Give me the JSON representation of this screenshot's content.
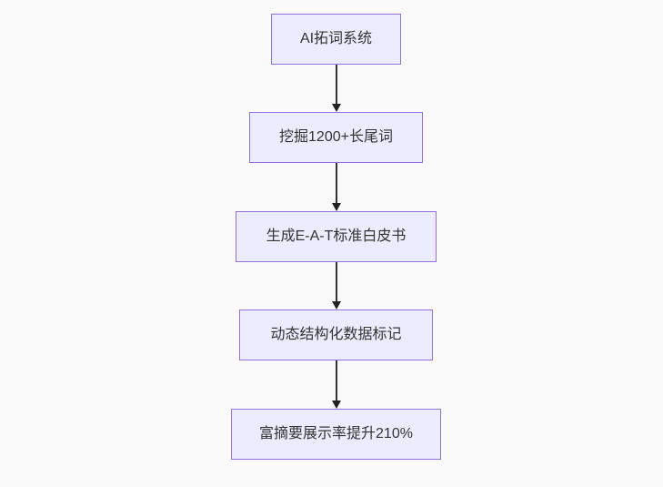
{
  "colors": {
    "canvas-bg": "#fafafa",
    "node-fill": "#ECECFF",
    "node-border": "#9370DB",
    "node-text": "#333333",
    "edge-line": "#333333",
    "arrowhead": "#222222"
  },
  "diagram": {
    "type": "flowchart",
    "direction": "top-down",
    "nodes": [
      {
        "id": "A",
        "label": "AI拓词系统"
      },
      {
        "id": "B",
        "label": "挖掘1200+长尾词"
      },
      {
        "id": "C",
        "label": "生成E-A-T标准白皮书"
      },
      {
        "id": "D",
        "label": "动态结构化数据标记"
      },
      {
        "id": "E",
        "label": "富摘要展示率提升210%"
      }
    ],
    "edges": [
      {
        "from": "A",
        "to": "B",
        "label": ""
      },
      {
        "from": "B",
        "to": "C",
        "label": ""
      },
      {
        "from": "C",
        "to": "D",
        "label": ""
      },
      {
        "from": "D",
        "to": "E",
        "label": ""
      }
    ]
  }
}
